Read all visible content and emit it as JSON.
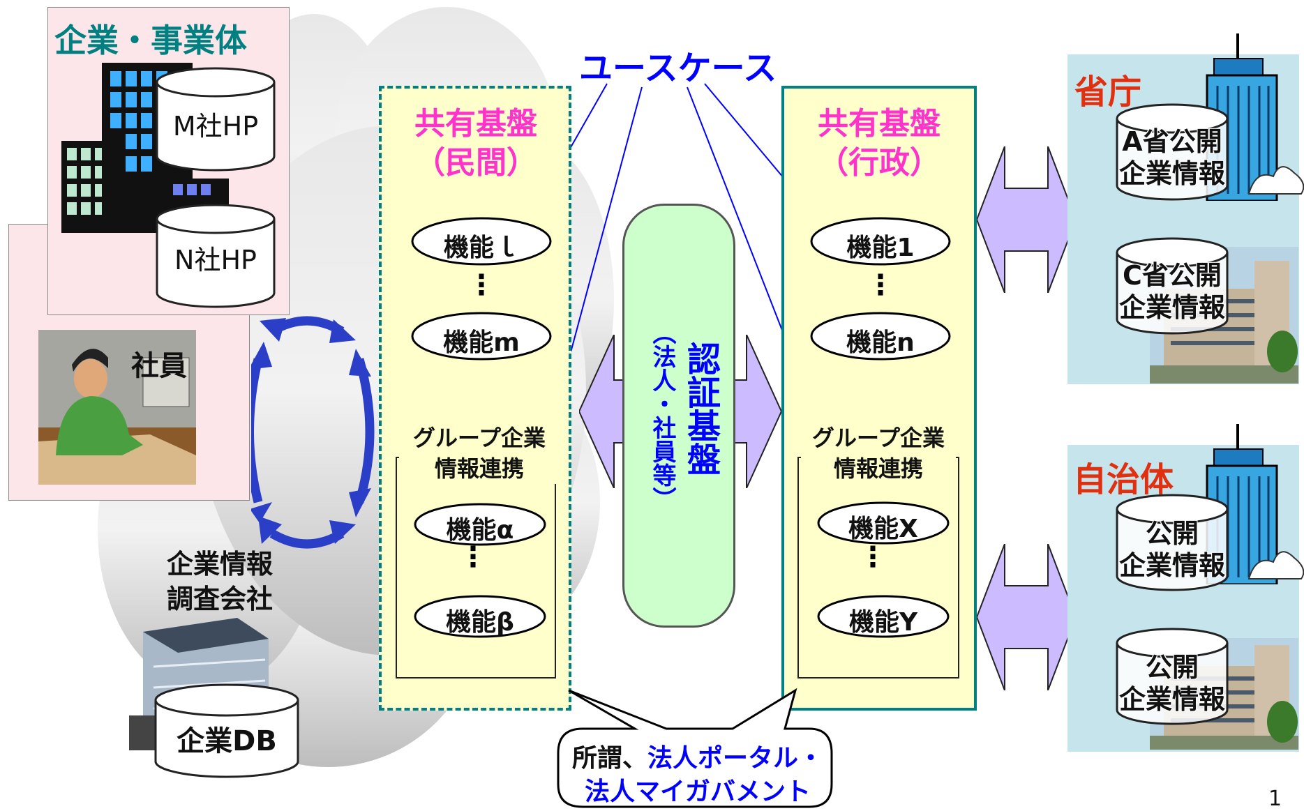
{
  "usecase": {
    "label": "ユースケース"
  },
  "enterprise": {
    "title": "企業・事業体",
    "sites": [
      "M社HP",
      "N社HP"
    ],
    "employee": "社員",
    "research": {
      "line1": "企業情報",
      "line2": "調査会社"
    },
    "db": "企業DB"
  },
  "private_platform": {
    "title_line1": "共有基盤",
    "title_line2": "（民間）",
    "functions": [
      "機能ｌ",
      "機能m"
    ],
    "group_title_line1": "グループ企業",
    "group_title_line2": "情報連携",
    "group_functions": [
      "機能α",
      "機能β"
    ],
    "dots": "⋮"
  },
  "auth": {
    "title": "認証基盤",
    "sub": "（法人・社員等）"
  },
  "gov_platform": {
    "title_line1": "共有基盤",
    "title_line2": "（行政）",
    "functions": [
      "機能1",
      "機能n"
    ],
    "group_title_line1": "グループ企業",
    "group_title_line2": "情報連携",
    "group_functions": [
      "機能X",
      "機能Y"
    ],
    "dots": "⋮"
  },
  "ministry": {
    "title": "省庁",
    "dbs": [
      {
        "line1": "A省公開",
        "line2": "企業情報"
      },
      {
        "line1": "C省公開",
        "line2": "企業情報"
      }
    ]
  },
  "municipality": {
    "title": "自治体",
    "dbs": [
      {
        "line1": "公開",
        "line2": "企業情報"
      },
      {
        "line1": "公開",
        "line2": "企業情報"
      }
    ]
  },
  "callout": {
    "prefix": "所謂、",
    "highlight": "法人ポータル・",
    "line2": "法人マイガバメント"
  },
  "page_number": "1",
  "colors": {
    "teal": "#008080",
    "blue": "#0000ff",
    "magenta": "#ff33cc",
    "red": "#e03010",
    "platform_fill": "#ffffcc",
    "auth_fill": "#ccffcc",
    "gov_bg": "#c6e4ec",
    "pink_bg": "#fde6ea",
    "arrow_lilac": "#ccbbff",
    "cycle_blue": "#2a3ec8"
  }
}
